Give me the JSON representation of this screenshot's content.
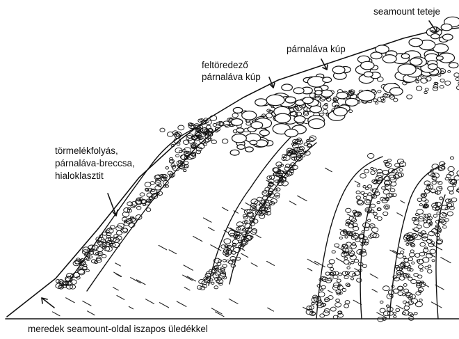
{
  "labels": {
    "summit": "seamount teteje",
    "pillow_cone": "párnaláva kúp",
    "breaking_cone_line1": "feltöredező",
    "breaking_cone_line2": "párnaláva kúp",
    "debris_line1": "törmelékfolyás,",
    "debris_line2": "párnaláva-breccsa,",
    "debris_line3": "hialoklasztit",
    "slope": "meredek seamount-oldal iszapos üledékkel"
  },
  "colors": {
    "ink": "#111111",
    "background": "#ffffff"
  }
}
